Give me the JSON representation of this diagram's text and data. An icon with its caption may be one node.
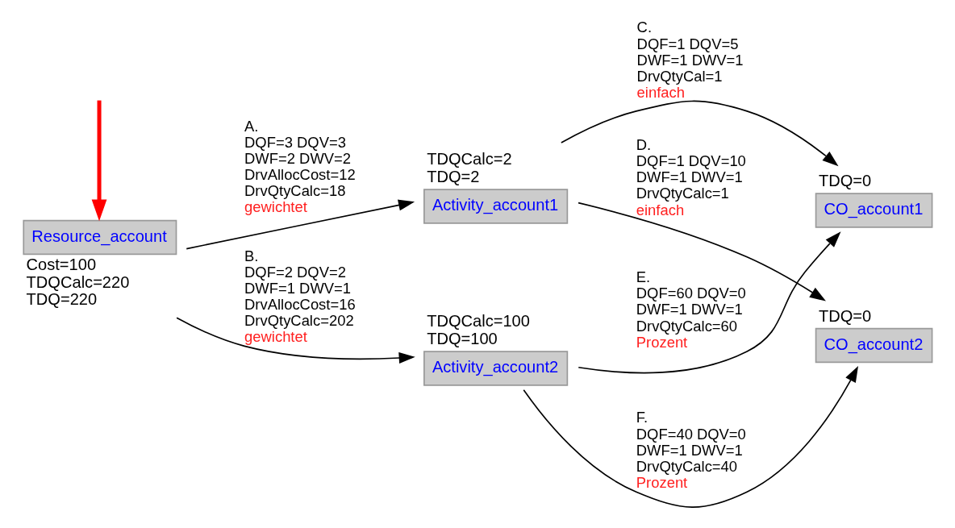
{
  "diagram": {
    "nodes": [
      {
        "text": [
          "Resource_account"
        ],
        "beside": [
          "Cost=100",
          "TDQCalc=220",
          "TDQ=220"
        ]
      },
      {
        "text": [
          "Activity_account1"
        ],
        "beside": [
          "TDQCalc=2",
          "TDQ=2"
        ]
      },
      {
        "text": [
          "Activity_account2"
        ],
        "beside": [
          "TDQCalc=100",
          "TDQ=100"
        ]
      },
      {
        "text": [
          "CO_account1"
        ],
        "beside": [
          "TDQ=0"
        ]
      },
      {
        "text": [
          "CO_account2"
        ],
        "beside": [
          "TDQ=0"
        ]
      }
    ],
    "edges": [
      {
        "from": 0,
        "to": 1,
        "arrow": "to",
        "label": "A. DQF=3 DQV=3 DWF=2 DWV=2 DrvAllocCost=12 DrvQtyCalc=18 gewichtet"
      },
      {
        "from": 0,
        "to": 2,
        "arrow": "to",
        "label": "B. DQF=2 DQV=2 DWF=1 DWV=1 DrvAllocCost=16 DrvQtyCalc=202 gewichtet"
      },
      {
        "from": 1,
        "to": 3,
        "arrow": "to",
        "label": "C. DQF=1 DQV=5 DWF=1 DWV=1 DrvQtyCal=1 einfach"
      },
      {
        "from": 1,
        "to": 4,
        "arrow": "to",
        "label": "D. DQF=1 DQV=10 DWF=1 DWV=1 DrvQtyCalc=1 einfach"
      },
      {
        "from": 2,
        "to": 3,
        "arrow": "to",
        "label": "E. DQF=60 DQV=0 DWF=1 DWV=1 DrvQtyCalc=60 Prozent"
      },
      {
        "from": 2,
        "to": 4,
        "arrow": "to",
        "label": "F. DQF=40 DQV=0 DWF=1 DWV=1 DrvQtyCalc=40 Prozent"
      },
      {
        "from": null,
        "to": 0,
        "arrow": "to",
        "style": "thick",
        "color": "#ff0000"
      }
    ]
  }
}
